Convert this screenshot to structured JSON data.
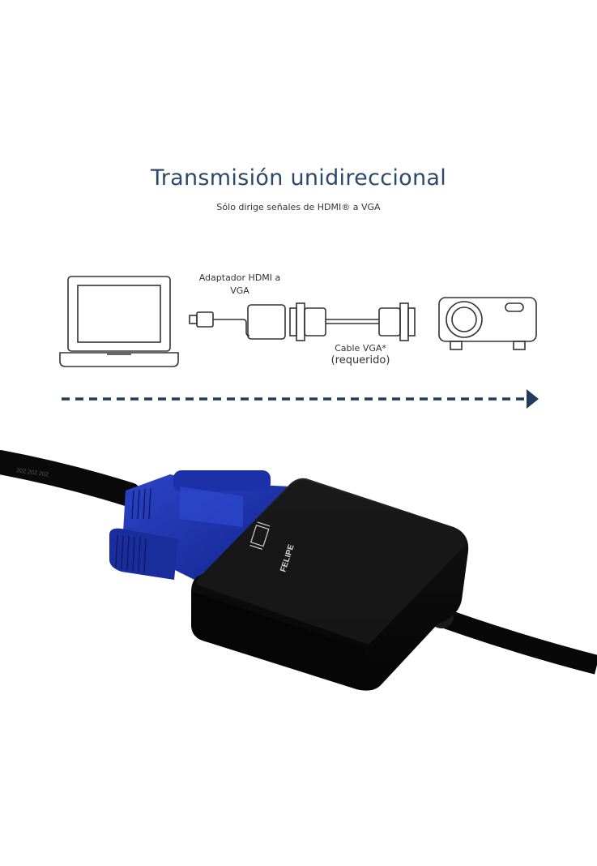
{
  "header": {
    "title": "Transmisión unidireccional",
    "subtitle": "Sólo dirige señales de HDMI® a VGA"
  },
  "diagram": {
    "adapter_label": "Adaptador HDMI a VGA",
    "cable_label": "Cable VGA*",
    "cable_required": "(requerido)",
    "arrow_color": "#1f3c5c",
    "line_color": "#333333"
  },
  "product": {
    "brand": "FELIPE",
    "connector_color": "#1b2fa0",
    "body_color": "#0c0c0c"
  },
  "icons": [
    "laptop-icon",
    "adapter-icon",
    "vga-cable-icon",
    "projector-icon",
    "arrow-right-icon"
  ]
}
